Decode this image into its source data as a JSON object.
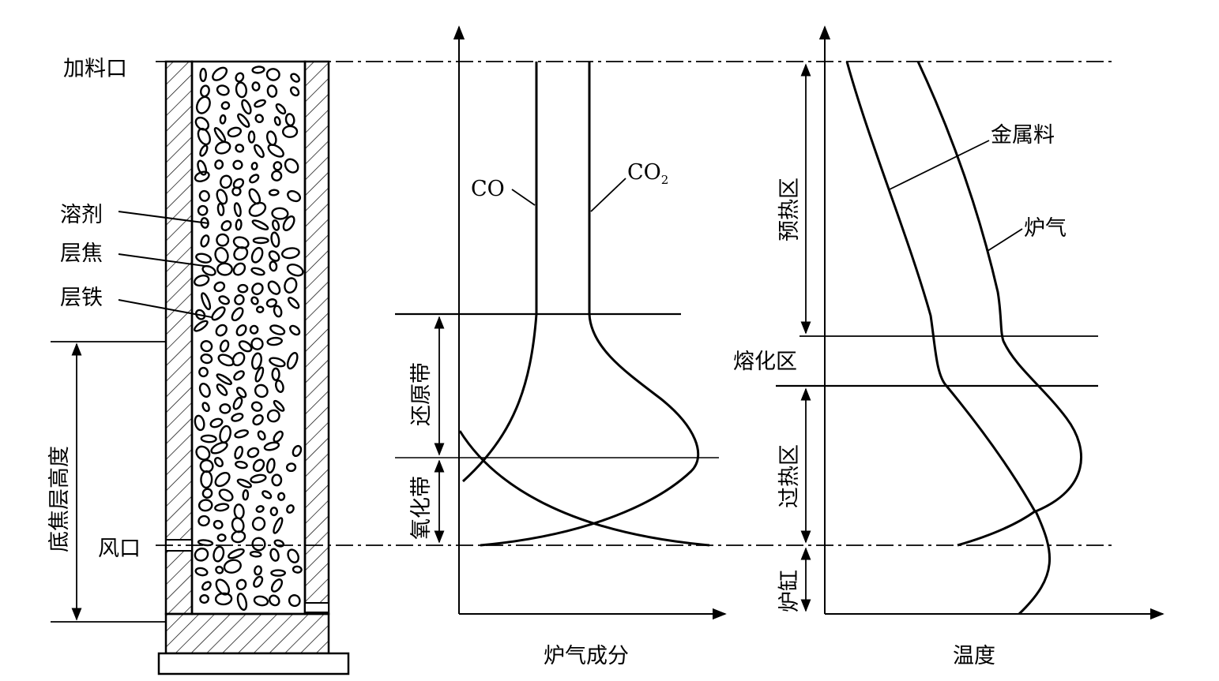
{
  "furnace": {
    "charging_door": "加料口",
    "flux": "溶剂",
    "coke_layer": "层焦",
    "iron_layer": "层铁",
    "tuyere": "风口",
    "bed_coke_height": "底焦层高度"
  },
  "gas_composition": {
    "axis_label": "炉气成分",
    "co_label": "CO",
    "co2_label": "CO",
    "co2_subscript": "2",
    "reduction_zone": "还原带",
    "oxidation_zone": "氧化带"
  },
  "temperature": {
    "axis_label": "温度",
    "metal_label": "金属料",
    "gas_label": "炉气",
    "preheat_zone": "预热区",
    "melting_zone": "熔化区",
    "superheat_zone": "过热区",
    "hearth": "炉缸"
  }
}
